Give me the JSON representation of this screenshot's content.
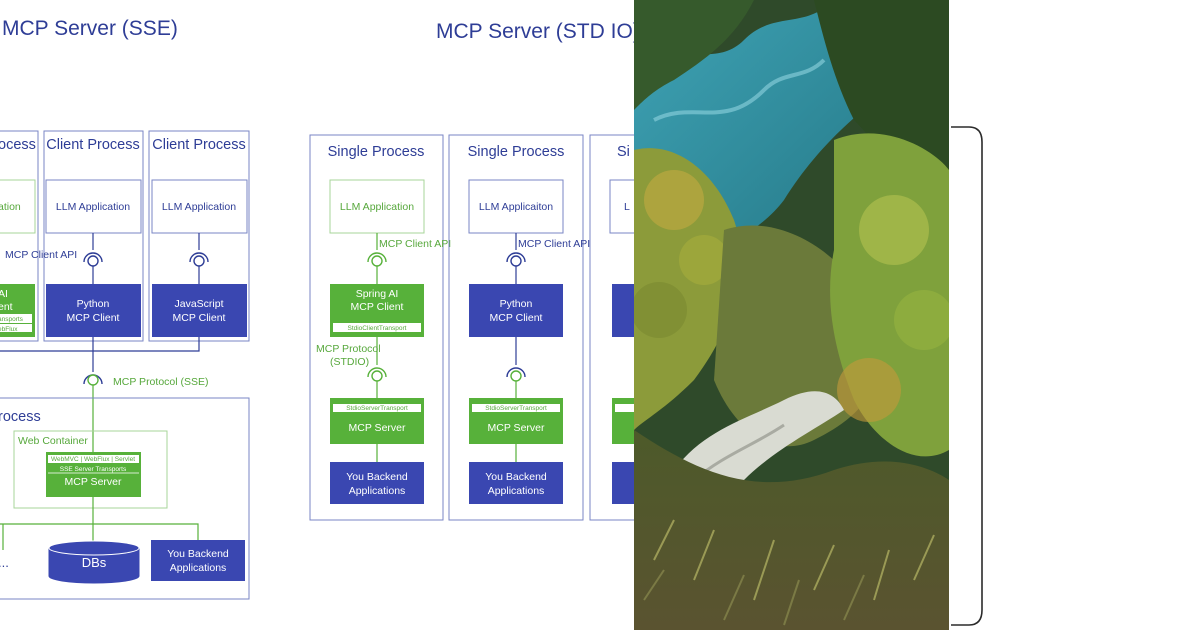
{
  "sse": {
    "title": "MCP Server (SSE)",
    "clients": [
      {
        "process_label": "ocess",
        "app_label": "ation",
        "client_lines": [
          "AI",
          "ent"
        ],
        "transport_lines": [
          "ansports",
          "ebFlux"
        ]
      },
      {
        "process_label": "Client Process",
        "app_label": "LLM Application",
        "client_lines": [
          "Python",
          "MCP Client"
        ]
      },
      {
        "process_label": "Client Process",
        "app_label": "LLM Application",
        "client_lines": [
          "JavaScript",
          "MCP Client"
        ]
      }
    ],
    "client_api_label": "MCP Client API",
    "protocol_label": "MCP Protocol (SSE)",
    "server_process_label": "rocess",
    "web_container_label": "Web Container",
    "server_tags": [
      "WebMVC | WebFlux | Servlet",
      "SSE Server Transports"
    ],
    "server_label": "MCP Server",
    "db_label": "DBs",
    "backend_lines": [
      "You Backend",
      "Applications"
    ],
    "ellipsis": "..."
  },
  "stdio": {
    "title": "MCP Server (STD IO)",
    "processes": [
      {
        "process_label": "Single Process",
        "app_label": "LLM Application",
        "client_lines": [
          "Spring AI",
          "MCP Client"
        ],
        "client_transport": "StdioClientTransport",
        "variant": "green"
      },
      {
        "process_label": "Single Process",
        "app_label": "LLM Applicaiton",
        "client_lines": [
          "Python",
          "MCP Client"
        ],
        "variant": "blue"
      },
      {
        "process_label": "Si",
        "app_label": "L",
        "variant": "blue"
      }
    ],
    "client_api_label": "MCP Client API",
    "protocol_lines": [
      "MCP Protocol",
      "(STDIO)"
    ],
    "server_transport": "StdioServerTransport",
    "server_label": "MCP Server",
    "backend_lines": [
      "You Backend",
      "Applications"
    ]
  },
  "photo": {
    "subject": "forest-cliff-river-photo"
  },
  "colors": {
    "blue": "#3a47b1",
    "navy": "#2e3d96",
    "green": "#57b13a",
    "green_text": "#57a83c",
    "border": "#7a86c4",
    "line_blue": "#2e3d96"
  }
}
